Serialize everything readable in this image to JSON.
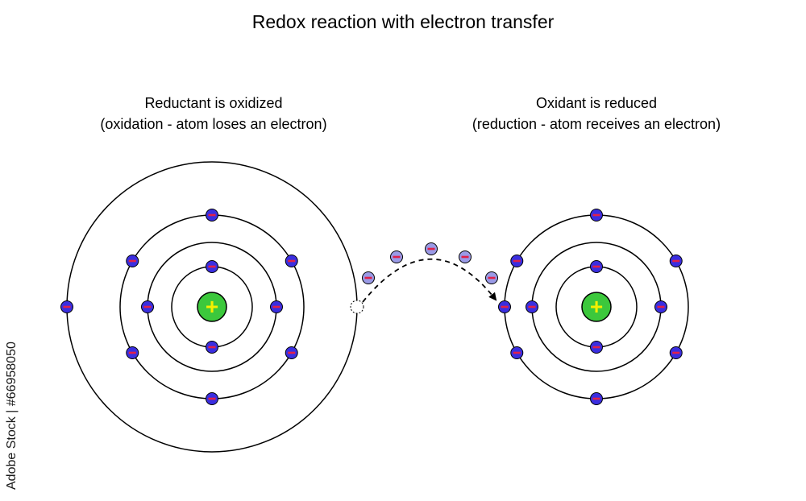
{
  "title": "Redox reaction with electron transfer",
  "left": {
    "line1": "Reductant is oxidized",
    "line2": "(oxidation - atom loses an electron)"
  },
  "right": {
    "line1": "Oxidant is reduced",
    "line2": "(reduction - atom receives an electron)"
  },
  "nucleus_symbol": "+",
  "electron_symbol": "−",
  "watermark": "Adobe Stock | #66958050",
  "colors": {
    "nucleus": "#3cc83c",
    "plus": "#f4f000",
    "electron": "#3a2ee0",
    "minus": "#e0204a",
    "electron_faded": "#9a9ae6"
  }
}
